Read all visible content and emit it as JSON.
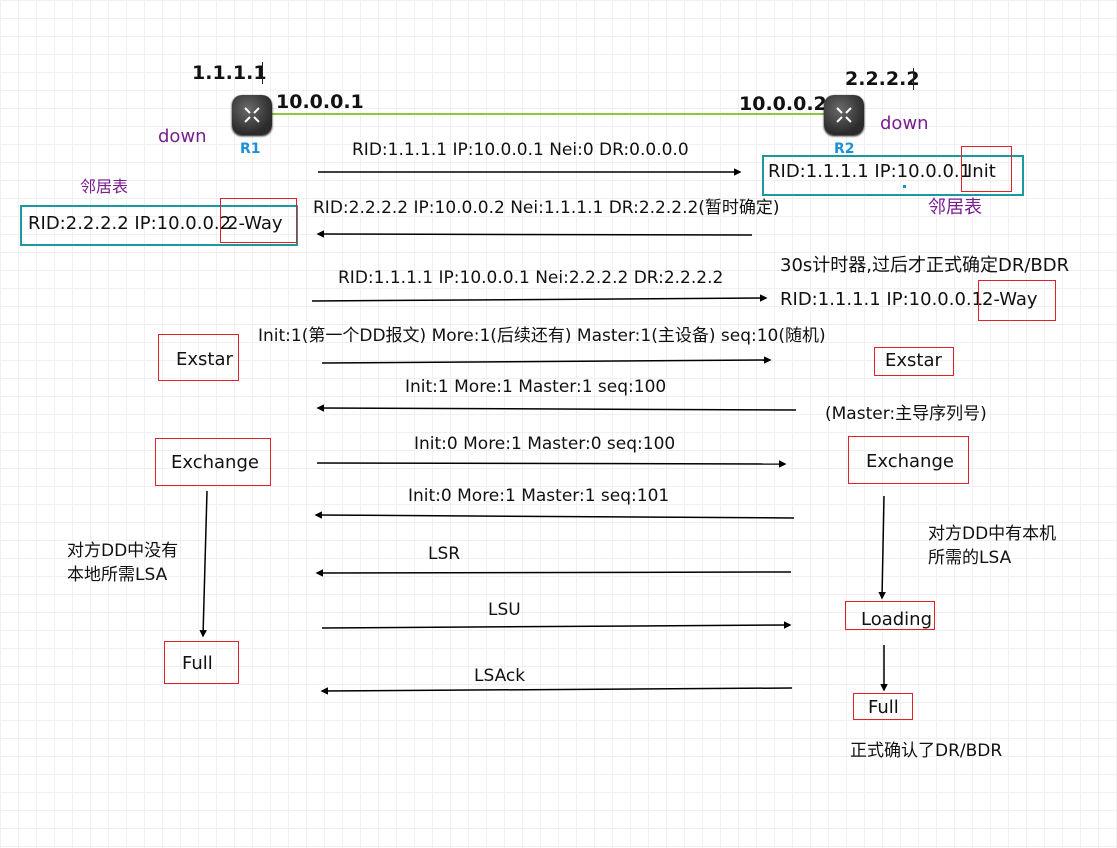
{
  "routers": {
    "r1": {
      "rid": "1.1.1.1",
      "ip": "10.0.0.1",
      "name": "R1",
      "state": "down"
    },
    "r2": {
      "rid": "2.2.2.2",
      "ip": "10.0.0.2",
      "name": "R2",
      "state": "down"
    }
  },
  "neighbor_table_label": "邻居表",
  "messages": {
    "hello1": "RID:1.1.1.1 IP:10.0.0.1 Nei:0 DR:0.0.0.0",
    "hello2": "RID:2.2.2.2 IP:10.0.0.2 Nei:1.1.1.1 DR:2.2.2.2(暂时确定)",
    "hello3": "RID:1.1.1.1 IP:10.0.0.1 Nei:2.2.2.2 DR:2.2.2.2",
    "dd1": "Init:1(第一个DD报文) More:1(后续还有) Master:1(主设备) seq:10(随机)",
    "dd2": "Init:1  More:1 Master:1 seq:100",
    "dd3": "Init:0  More:1 Master:0 seq:100",
    "dd4": "Init:0 More:1 Master:1 seq:101",
    "lsr": "LSR",
    "lsu": "LSU",
    "lsack": "LSAck"
  },
  "r2_entry1": {
    "prefix": "RID:1.1.1.1 IP:10.0.0.1",
    "state": "Init"
  },
  "r1_entry": {
    "prefix": "RID:2.2.2.2 IP:10.0.0.2",
    "state": "2-Way"
  },
  "r2_entry2": {
    "prefix": "RID:1.1.1.1 IP:10.0.0.1",
    "state": "2-Way"
  },
  "timer_note": "30s计时器,过后才正式确定DR/BDR",
  "master_note": "(Master:主导序列号)",
  "states": {
    "r1_exstart": "Exstar",
    "r2_exstart": "Exstar",
    "r1_exchange": "Exchange",
    "r2_exchange": "Exchange",
    "r2_loading": "Loading",
    "r1_full": "Full",
    "r2_full": "Full"
  },
  "notes": {
    "r1_line1": "对方DD中没有",
    "r1_line2": "本地所需LSA",
    "r2_line1": "对方DD中有本机",
    "r2_line2": "所需的LSA",
    "final": "正式确认了DR/BDR"
  },
  "colors": {
    "link": "#8dc63f",
    "teal": "#1a9aa0",
    "red": "#e0202a",
    "purple": "#7a1d8f",
    "blue": "#1e90d6"
  }
}
